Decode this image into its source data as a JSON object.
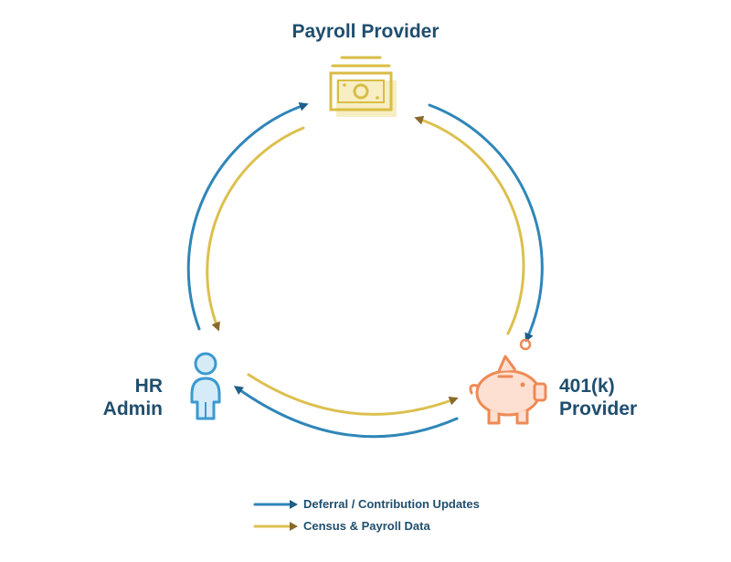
{
  "nodes": {
    "payroll": {
      "label": "Payroll Provider",
      "icon": "cash-icon"
    },
    "hr": {
      "label_line1": "HR",
      "label_line2": "Admin",
      "icon": "person-icon"
    },
    "k401": {
      "label_line1": "401(k)",
      "label_line2": "Provider",
      "icon": "piggy-bank-icon"
    }
  },
  "legend": [
    {
      "label": "Deferral / Contribution Updates",
      "color": "#2f86b8"
    },
    {
      "label": "Census & Payroll Data",
      "color": "#dcc04e"
    }
  ],
  "colors": {
    "blue": "#2f86b8",
    "yellow": "#dcc04e",
    "arrowhead_brown": "#8a6a2c",
    "label": "#1f4e6e",
    "cash_fill": "#f7eec4",
    "cash_stroke": "#d9bd45",
    "person_fill": "#d5ecf8",
    "person_stroke": "#3a9ad1",
    "piggy_fill": "#fde0d1",
    "piggy_stroke": "#ee8a55"
  }
}
